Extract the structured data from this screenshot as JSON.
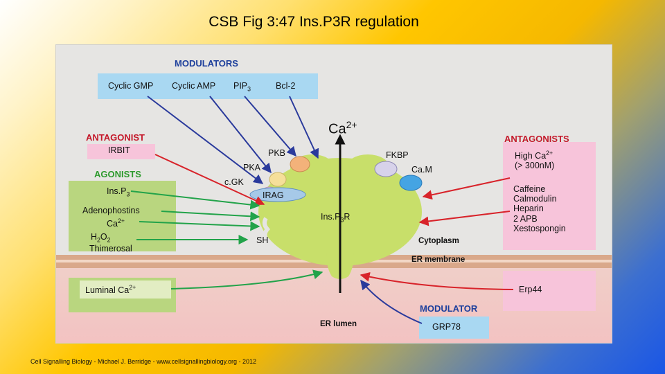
{
  "slide": {
    "title": "CSB Fig 3:47 Ins.P3R regulation",
    "footer": "Cell Signalling Biology - Michael J. Berridge - www.cellsignallingbiology.org - 2012"
  },
  "figure": {
    "modulators_header": "MODULATORS",
    "modulators": [
      "Cyclic GMP",
      "Cyclic AMP",
      "PIP",
      "Bcl-2"
    ],
    "pip_subscript": "3",
    "antagonist_left_header": "ANTAGONIST",
    "antagonist_left_item": "IRBIT",
    "agonists_header": "AGONISTS",
    "agonists": {
      "insp3_base": "Ins.P",
      "insp3_sub": "3",
      "adenophostins": "Adenophostins",
      "ca_base": "Ca",
      "ca_sup": "2+",
      "h2o2_h": "H",
      "h2o2_sub1": "2",
      "h2o2_o": "O",
      "h2o2_sub2": "2",
      "thimerosal": "Thimerosal"
    },
    "luminal_ca_base": "Luminal Ca",
    "luminal_ca_sup": "2+",
    "antagonists_right_header": "ANTAGONISTS",
    "antagonists_right": {
      "high_ca_base": "High Ca",
      "high_ca_sup": "2+",
      "high_ca_range": "(> 300nM)",
      "list": [
        "Caffeine",
        "Calmodulin",
        "Heparin",
        "2 APB",
        "Xestospongin"
      ],
      "erp44": "Erp44"
    },
    "modulator_header": "MODULATOR",
    "modulator_item": "GRP78",
    "kinases": [
      "PKB",
      "PKA",
      "c.GK"
    ],
    "irag": "IRAG",
    "fkbp": "FKBP",
    "cam": "Ca.M",
    "receptor_base": "Ins.P",
    "receptor_sub": "3",
    "receptor_suffix": "R",
    "sh": "SH",
    "ca_top_base": "Ca",
    "ca_top_sup": "2+",
    "cytoplasm": "Cytoplasm",
    "er_membrane": "ER membrane",
    "er_lumen": "ER lumen"
  },
  "colors": {
    "green_arrow": "#22a34a",
    "red_arrow": "#d8232a",
    "blue_arrow": "#2a3a9c",
    "receptor_fill": "#c8df6a",
    "membrane": "#d9a88a",
    "modulator_box": "#a9d8f2",
    "agonist_box": "#b9d67f",
    "antagonist_box": "#f7c4da"
  }
}
